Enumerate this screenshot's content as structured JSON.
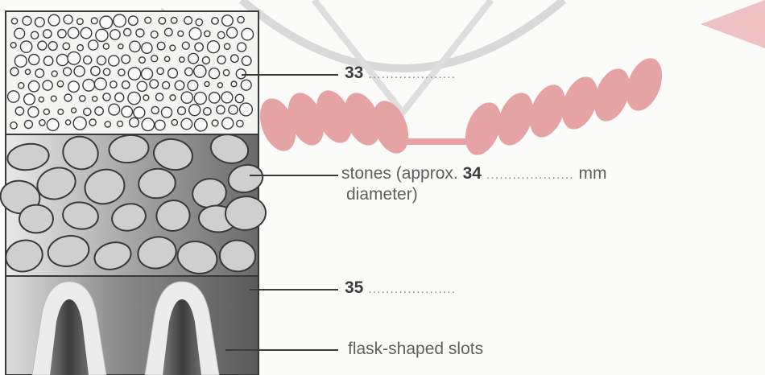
{
  "diagram": {
    "labels": {
      "layer_top": {
        "number": "33",
        "blank": "...................."
      },
      "layer_stones": {
        "prefix": "stones (approx.",
        "number": "34",
        "blank": "....................",
        "unit": "mm",
        "line2": "diameter)"
      },
      "layer_bottom": {
        "number": "35",
        "blank": "...................."
      },
      "slots": {
        "text": "flask-shaped slots"
      }
    },
    "colors": {
      "line": "#3a3a3a",
      "pebble_fill": "#cfcfcf",
      "watermark": "#e8a8a8"
    }
  }
}
